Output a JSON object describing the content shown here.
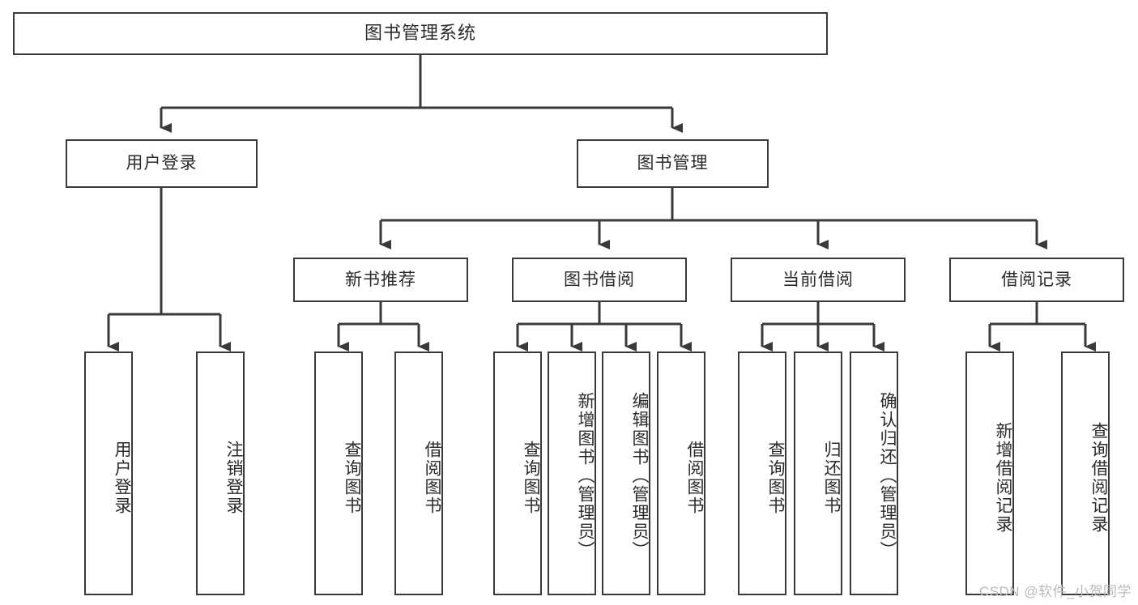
{
  "diagram": {
    "title": "图书管理系统",
    "type": "tree-hierarchy",
    "orientation": "top-down",
    "colors": {
      "background": "#ffffff",
      "node_fill": "#ffffff",
      "node_border": "#3a3a3a",
      "edge": "#3a3a3a",
      "text": "#2b2b2b",
      "watermark": "#b9b9b9"
    }
  },
  "root": {
    "label": "图书管理系统"
  },
  "level2": [
    {
      "label": "用户登录"
    },
    {
      "label": "图书管理"
    }
  ],
  "level3": [
    {
      "label": "新书推荐"
    },
    {
      "label": "图书借阅"
    },
    {
      "label": "当前借阅"
    },
    {
      "label": "借阅记录"
    }
  ],
  "leaves": {
    "user_login": [
      {
        "label": "用户登录"
      },
      {
        "label": "注销登录"
      }
    ],
    "new_book_recommend": [
      {
        "label": "查询图书"
      },
      {
        "label": "借阅图书"
      }
    ],
    "book_borrow": [
      {
        "label": "查询图书"
      },
      {
        "label": "新增图书（管理员）"
      },
      {
        "label": "编辑图书（管理员）"
      },
      {
        "label": "借阅图书"
      }
    ],
    "current_borrow": [
      {
        "label": "查询图书"
      },
      {
        "label": "归还图书"
      },
      {
        "label": "确认归还（管理员）"
      }
    ],
    "borrow_record": [
      {
        "label": "新增借阅记录"
      },
      {
        "label": "查询借阅记录"
      }
    ]
  },
  "watermark": {
    "text": "CSDN @软件_小贺同学"
  }
}
